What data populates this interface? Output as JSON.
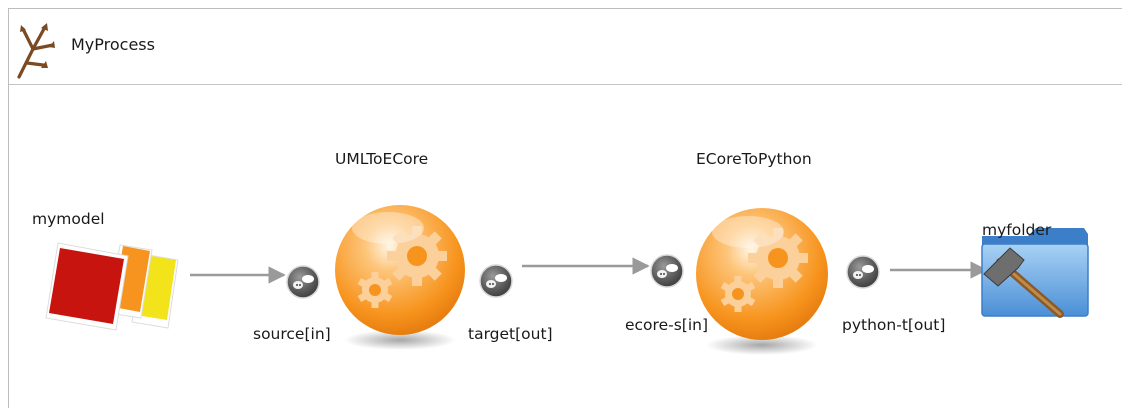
{
  "header": {
    "title": "MyProcess",
    "icon": "process-branch-icon"
  },
  "nodes": {
    "mymodel": {
      "label": "mymodel",
      "icon": "model-files-icon"
    },
    "uml_to_ecore": {
      "label": "UMLToECore",
      "icon": "gears-transformation-icon"
    },
    "ecore_to_python": {
      "label": "ECoreToPython",
      "icon": "gears-transformation-icon"
    },
    "myfolder": {
      "label": "myfolder",
      "icon": "folder-hammer-icon"
    }
  },
  "ports": {
    "source": "source[in]",
    "target": "target[out]",
    "ecore_s": "ecore-s[in]",
    "python_t": "python-t[out]"
  },
  "colors": {
    "orb_orange": "#f7941e",
    "connector": "#9a9a9a",
    "port_dark": "#5c5c5c",
    "folder_blue": "#5a9fe0",
    "branch_brown": "#7a4a22"
  }
}
